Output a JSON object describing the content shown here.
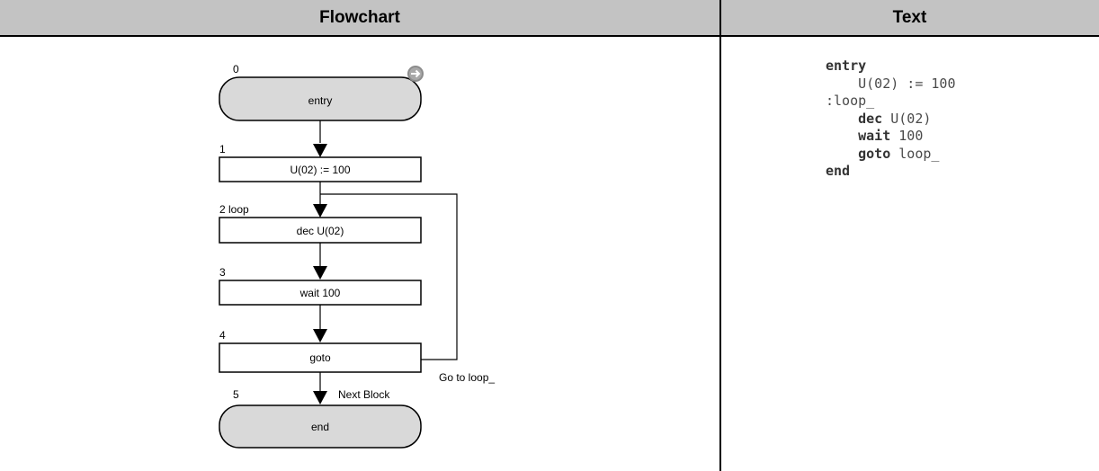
{
  "header": {
    "left_title": "Flowchart",
    "right_title": "Text"
  },
  "flowchart": {
    "nodes": [
      {
        "index": "0",
        "label": "entry",
        "shape": "terminal"
      },
      {
        "index": "1",
        "label": "U(02) := 100",
        "shape": "process"
      },
      {
        "index": "2 loop",
        "label": "dec U(02)",
        "shape": "process"
      },
      {
        "index": "3",
        "label": "wait 100",
        "shape": "process"
      },
      {
        "index": "4",
        "label": "goto",
        "shape": "process"
      },
      {
        "index": "5",
        "label": "end",
        "shape": "terminal"
      }
    ],
    "next_block_label": "Next Block",
    "goto_label": "Go to loop_",
    "entry_icon": "arrow-circle-icon"
  },
  "code": {
    "lines": [
      {
        "indent": "",
        "keyword": "entry",
        "rest": ""
      },
      {
        "indent": "    ",
        "keyword": "",
        "rest": "U(02) := 100"
      },
      {
        "indent": "",
        "keyword": "",
        "rest": ":loop_"
      },
      {
        "indent": "    ",
        "keyword": "dec",
        "rest": " U(02)"
      },
      {
        "indent": "    ",
        "keyword": "wait",
        "rest": " 100"
      },
      {
        "indent": "    ",
        "keyword": "goto",
        "rest": " loop_"
      },
      {
        "indent": "",
        "keyword": "end",
        "rest": ""
      }
    ]
  }
}
